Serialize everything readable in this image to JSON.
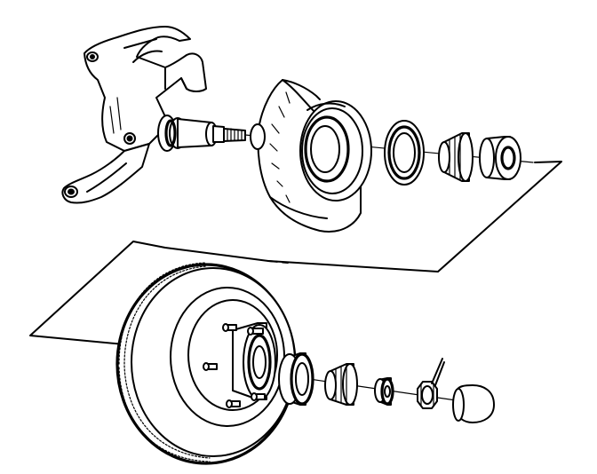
{
  "colors": {
    "ink": "#000000",
    "paper": "#ffffff"
  },
  "parts": [
    "steering-knuckle",
    "spindle",
    "splash-shield",
    "grease-seal",
    "inner-bearing-race",
    "inner-bearing-cone",
    "outer-bearing-race",
    "outer-bearing-cone",
    "hub-and-rotor",
    "washer",
    "spindle-nut",
    "cotter-pin",
    "dust-cap"
  ]
}
